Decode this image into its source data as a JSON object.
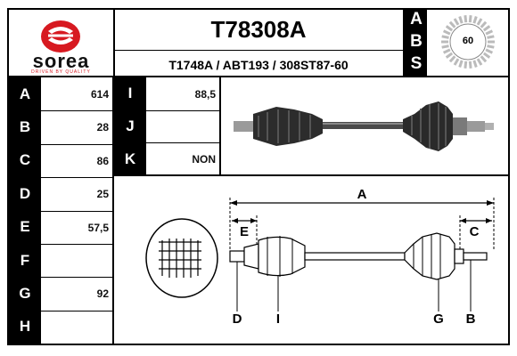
{
  "brand": {
    "name": "sorea",
    "tagline": "DRIVEN BY QUALITY",
    "primary_color": "#d71920"
  },
  "header": {
    "part_number": "T78308A",
    "cross_refs": "T1748A / ABT193 / 308ST87-60"
  },
  "abs": {
    "letters": [
      "A",
      "B",
      "S"
    ],
    "teeth": "60"
  },
  "specs": [
    {
      "label": "A",
      "value": "614"
    },
    {
      "label": "B",
      "value": "28"
    },
    {
      "label": "C",
      "value": "86"
    },
    {
      "label": "D",
      "value": "25"
    },
    {
      "label": "E",
      "value": "57,5"
    },
    {
      "label": "F",
      "value": ""
    },
    {
      "label": "G",
      "value": "92"
    },
    {
      "label": "H",
      "value": ""
    }
  ],
  "specs_right": [
    {
      "label": "I",
      "value": "88,5"
    },
    {
      "label": "J",
      "value": ""
    },
    {
      "label": "K",
      "value": "NON"
    }
  ],
  "diagram_labels": {
    "a": "A",
    "b": "B",
    "c": "C",
    "d": "D",
    "e": "E",
    "g": "G",
    "i": "I"
  }
}
